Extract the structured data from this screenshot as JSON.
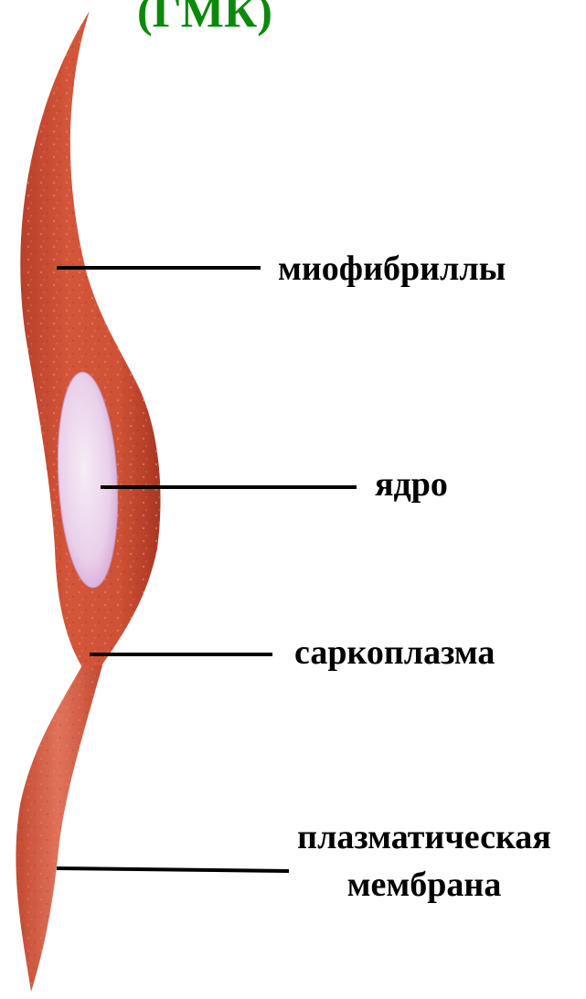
{
  "title": "(ГМК)",
  "labels": {
    "myofibrils": "миофибриллы",
    "nucleus": "ядро",
    "sarcoplasm": "саркоплазма",
    "membrane_line1": "плазматическая",
    "membrane_line2": "мембрана"
  },
  "colors": {
    "title": "#0a8a0a",
    "cell_body": "#d4563a",
    "cell_shadow": "#b23a22",
    "nucleus": "#efd7ef",
    "leader_line": "#000000"
  }
}
